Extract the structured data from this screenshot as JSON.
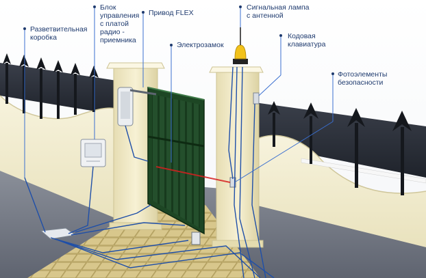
{
  "labels": {
    "junction_box": "Разветвительная\nкоробка",
    "control_unit": "Блок\nуправления\nс платой\nрадио -\nприемника",
    "drive": "Привод FLEX",
    "electric_lock": "Электрозамок",
    "signal_lamp": "Сигнальная лампа\nс антенной",
    "keypad": "Кодовая\nклавиатура",
    "photocells": "Фотоэлементы\nбезопасности"
  },
  "colors": {
    "wire": "#1f4fa8",
    "leader": "#3a6fd0",
    "label_text": "#1e3a6e",
    "gate": "#1f4a26",
    "wall": "#f4f0d6",
    "pillar": "#f2ecc9",
    "fence": "#1a1d22",
    "paving": "#c9b675",
    "ground": "#737884",
    "lamp": "#f2c21b",
    "beam": "#d62020"
  }
}
